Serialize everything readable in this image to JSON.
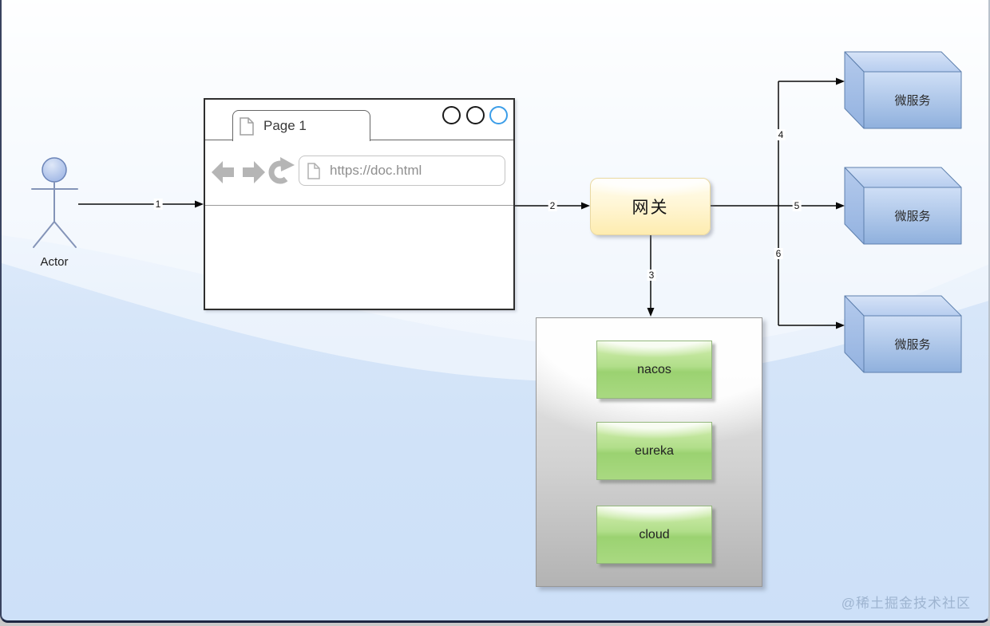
{
  "diagram": {
    "actor": {
      "label": "Actor"
    },
    "browser": {
      "tab_title": "Page 1",
      "url": "https://doc.html"
    },
    "gateway": {
      "label": "网关"
    },
    "registry": {
      "items": [
        {
          "label": "nacos"
        },
        {
          "label": "eureka"
        },
        {
          "label": "cloud"
        }
      ]
    },
    "microservices": [
      {
        "label": "微服务"
      },
      {
        "label": "微服务"
      },
      {
        "label": "微服务"
      }
    ],
    "arrows": [
      {
        "label": "1"
      },
      {
        "label": "2"
      },
      {
        "label": "3"
      },
      {
        "label": "4"
      },
      {
        "label": "5"
      },
      {
        "label": "6"
      }
    ]
  },
  "watermark": {
    "text": "@稀土掘金技术社区"
  },
  "colors": {
    "canvas_top": "#FDFEFF",
    "canvas_bottom": "#CDE0F8",
    "gateway_fill": "#FFF3C9",
    "gateway_border": "#EAD9A2",
    "registry_gray": "#C9C9C9",
    "service_green": "#9CD272",
    "cube_blue": "#A9C4EA",
    "cube_border": "#5E80AE",
    "tab_circle_accent": "#3B9DE8",
    "connector": "#0A0A0A",
    "watermark_color": "#9EB4D0"
  }
}
